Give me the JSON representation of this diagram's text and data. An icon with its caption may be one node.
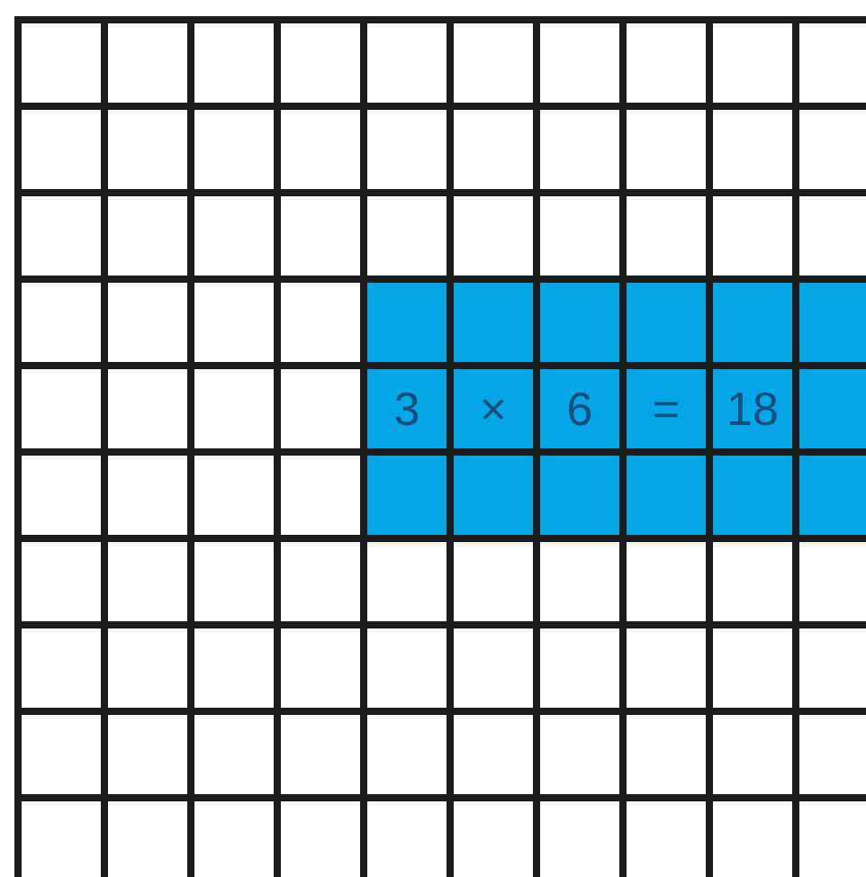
{
  "diagram": {
    "labels": [
      "3",
      "×",
      "6",
      "=",
      "18"
    ]
  }
}
